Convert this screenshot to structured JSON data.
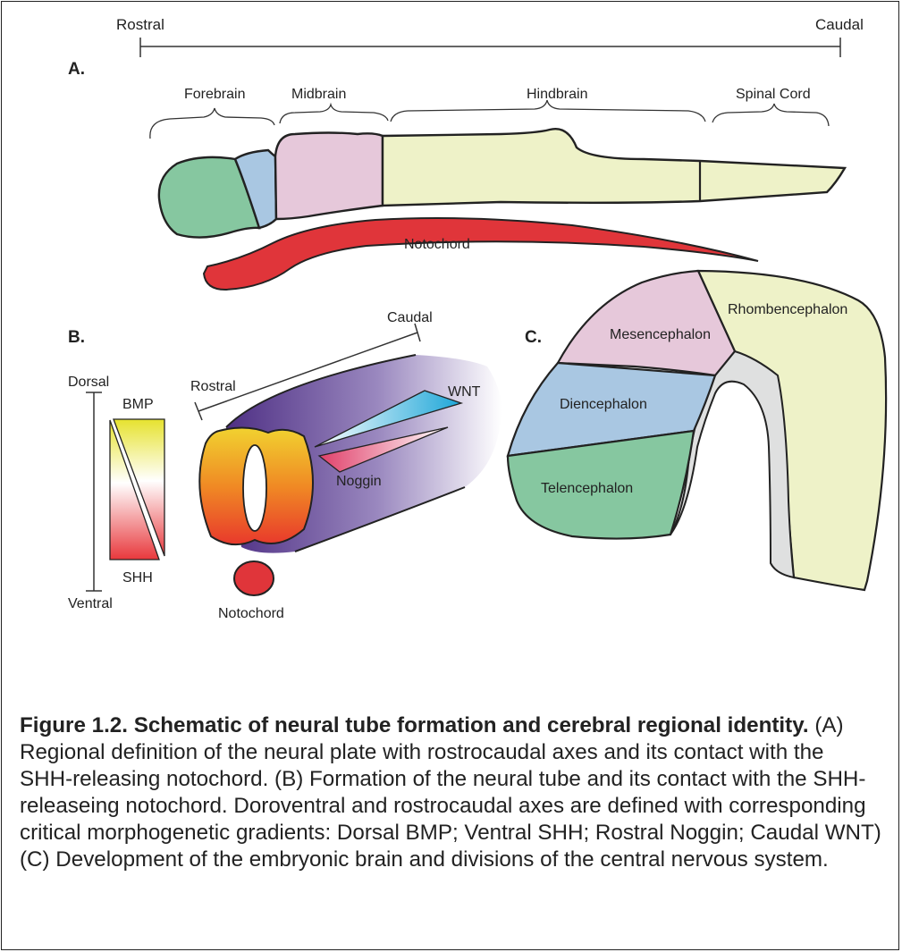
{
  "panel_a": {
    "label": "A.",
    "axis_left": "Rostral",
    "axis_right": "Caudal",
    "regions": [
      "Forebrain",
      "Midbrain",
      "Hindbrain",
      "Spinal Cord"
    ],
    "notochord": "Notochord"
  },
  "panel_b": {
    "label": "B.",
    "dorsal": "Dorsal",
    "ventral": "Ventral",
    "bmp": "BMP",
    "shh": "SHH",
    "rostral": "Rostral",
    "caudal": "Caudal",
    "wnt": "WNT",
    "noggin": "Noggin",
    "notochord": "Notochord"
  },
  "panel_c": {
    "label": "C.",
    "regions": [
      "Mesencephalon",
      "Rhombencephalon",
      "Diencephalon",
      "Telencephalon"
    ]
  },
  "caption": {
    "title": "Figure 1.2. Schematic of neural tube formation and cerebral regional identity.",
    "body": "(A) Regional definition of the neural plate with rostrocaudal axes and its contact with the SHH-releasing notochord. (B) Formation of the neural tube and its contact with the SHH-releaseing notochord. Doroventral and rostrocaudal axes are defined with corresponding critical morphogenetic gradients: Dorsal BMP; Ventral SHH; Rostral Noggin; Caudal WNT) (C) Development of the embryonic brain and divisions of the central nervous system."
  },
  "colors": {
    "forebrain_green": "#86c7a0",
    "forebrain_blue": "#a9c7e2",
    "midbrain_pink": "#e6c8da",
    "hindbrain_yellow": "#eef2c8",
    "notochord_red": "#e0353a",
    "tube_purple": "#5a3c8a"
  }
}
